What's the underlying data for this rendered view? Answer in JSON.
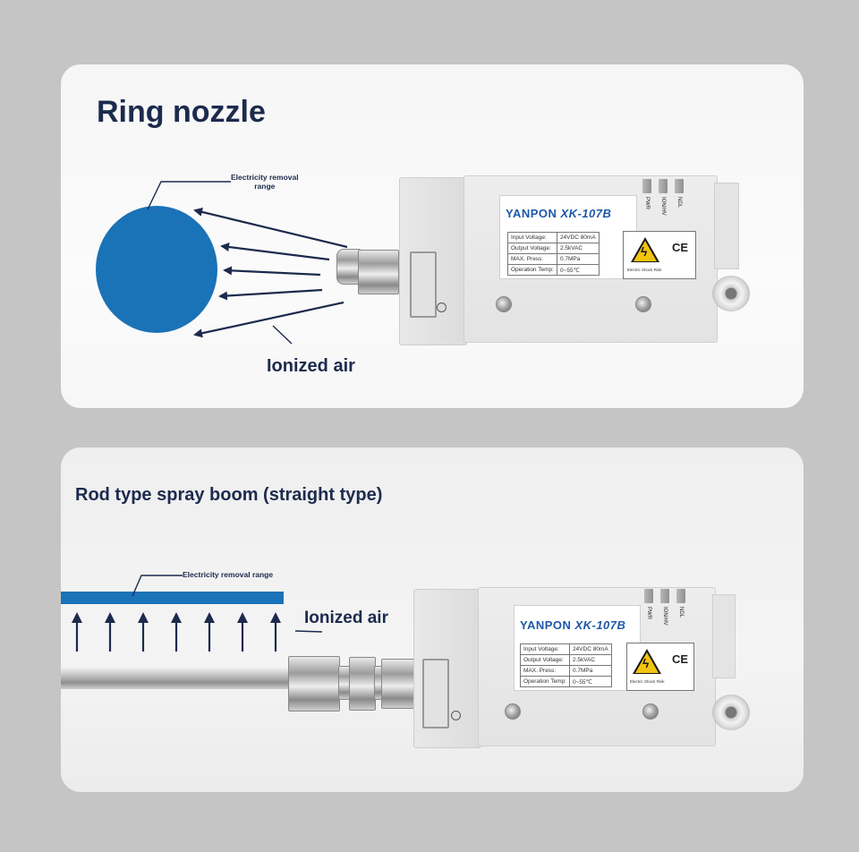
{
  "panels": [
    {
      "title": "Ring nozzle",
      "callout": "Electricity removal\nrange",
      "ionized_label": "Ionized air",
      "device": {
        "brand": "YANPON",
        "model": "XK-107B",
        "indicators": [
          "PWR",
          "ION/HV",
          "NDL"
        ],
        "specs": [
          {
            "label": "Input Voltage:",
            "value": "24VDC 80mA"
          },
          {
            "label": "Output Voltage:",
            "value": "2.5kVAC"
          },
          {
            "label": "MAX. Press:",
            "value": "0.7MPa"
          },
          {
            "label": "Operation Temp:",
            "value": "0~55℃"
          }
        ],
        "ce_mark": "CE",
        "warning": "Electric Shock Risk"
      }
    },
    {
      "title": "Rod type spray boom (straight type)",
      "callout": "Electricity removal range",
      "ionized_label": "Ionized air",
      "device": {
        "brand": "YANPON",
        "model": "XK-107B",
        "indicators": [
          "PWR",
          "ION/HV",
          "NDL"
        ],
        "specs": [
          {
            "label": "Input Voltage:",
            "value": "24VDC 80mA"
          },
          {
            "label": "Output Voltage:",
            "value": "2.5kVAC"
          },
          {
            "label": "MAX. Press:",
            "value": "0.7MPa"
          },
          {
            "label": "Operation Temp:",
            "value": "0~55℃"
          }
        ],
        "ce_mark": "CE",
        "warning": "Electric Shock Risk"
      }
    }
  ],
  "colors": {
    "background": "#c5c5c5",
    "title": "#1c2a4d",
    "removal_range": "#1a72b7",
    "brand": "#1d58a8"
  }
}
